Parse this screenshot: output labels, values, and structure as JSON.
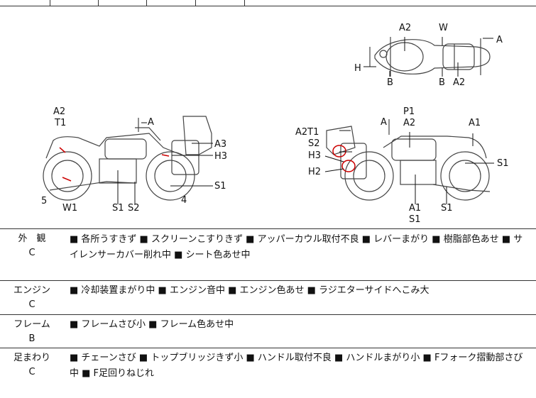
{
  "diagram": {
    "top_labels": {
      "A2": "A2",
      "W": "W",
      "A": "A",
      "H": "H",
      "B1": "B",
      "B2": "B",
      "A2b": "A2"
    },
    "left_labels": {
      "A2": "A2",
      "T1": "T1",
      "A": "A",
      "A3": "A3",
      "H3": "H3",
      "S1": "S1",
      "n4": "4",
      "n5": "5",
      "W1": "W1",
      "S1b": "S1",
      "S2": "S2"
    },
    "right_labels": {
      "P1": "P1",
      "A": "A",
      "A2": "A2",
      "A1": "A1",
      "A2T1": "A2T1",
      "S2": "S2",
      "H3": "H3",
      "H2": "H2",
      "S1": "S1",
      "A1b": "A1",
      "S1b": "S1",
      "S1c": "S1"
    }
  },
  "rows": [
    {
      "name": "外　観",
      "grade": "C",
      "text": "■ 各所うすきず ■ スクリーンこすりきず ■ アッパーカウル取付不良 ■ レバーまがり ■ 樹脂部色あせ ■ サイレンサーカバー削れ中 ■ シート色あせ中"
    },
    {
      "name": "エンジン",
      "grade": "C",
      "text": "■ 冷却装置まがり中 ■ エンジン音中 ■ エンジン色あせ ■ ラジエターサイドへこみ大"
    },
    {
      "name": "フレーム",
      "grade": "B",
      "text": "■ フレームさび小 ■ フレーム色あせ中"
    },
    {
      "name": "足まわり",
      "grade": "C",
      "text": "■ チェーンさび ■ トップブリッジきず小 ■ ハンドル取付不良 ■ ハンドルまがり小 ■ Fフォーク摺動部さび中 ■ F足回りねじれ"
    }
  ]
}
